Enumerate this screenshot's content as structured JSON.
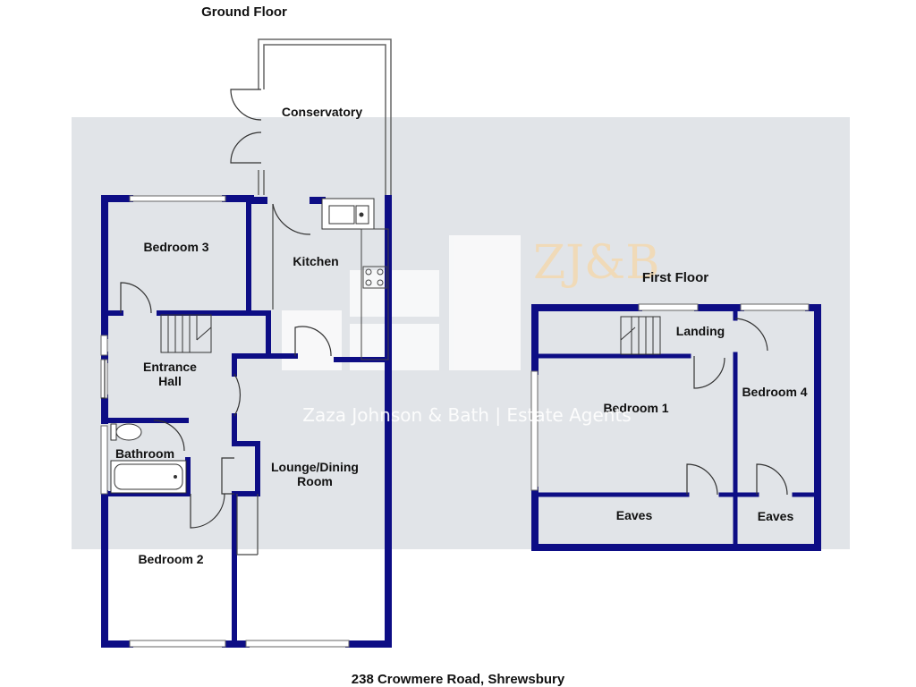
{
  "titles": {
    "ground_floor": "Ground Floor",
    "first_floor": "First Floor",
    "address": "238 Crowmere Road, Shrewsbury"
  },
  "rooms": {
    "conservatory": "Conservatory",
    "bedroom3": "Bedroom 3",
    "kitchen": "Kitchen",
    "entrance_hall_1": "Entrance",
    "entrance_hall_2": "Hall",
    "bathroom": "Bathroom",
    "lounge_1": "Lounge/Dining",
    "lounge_2": "Room",
    "bedroom2": "Bedroom 2",
    "landing": "Landing",
    "bedroom1": "Bedroom 1",
    "bedroom4": "Bedroom 4",
    "eaves_left": "Eaves",
    "eaves_right": "Eaves"
  },
  "watermark": {
    "logo": "ZJ&B",
    "company": "Zaza Johnson & Bath  |  Estate Agents"
  },
  "colors": {
    "wall": "#0d0d85",
    "thin_wall": "#222222",
    "window": "#9aa8b8",
    "watermark_band": "#c8cdd6"
  }
}
